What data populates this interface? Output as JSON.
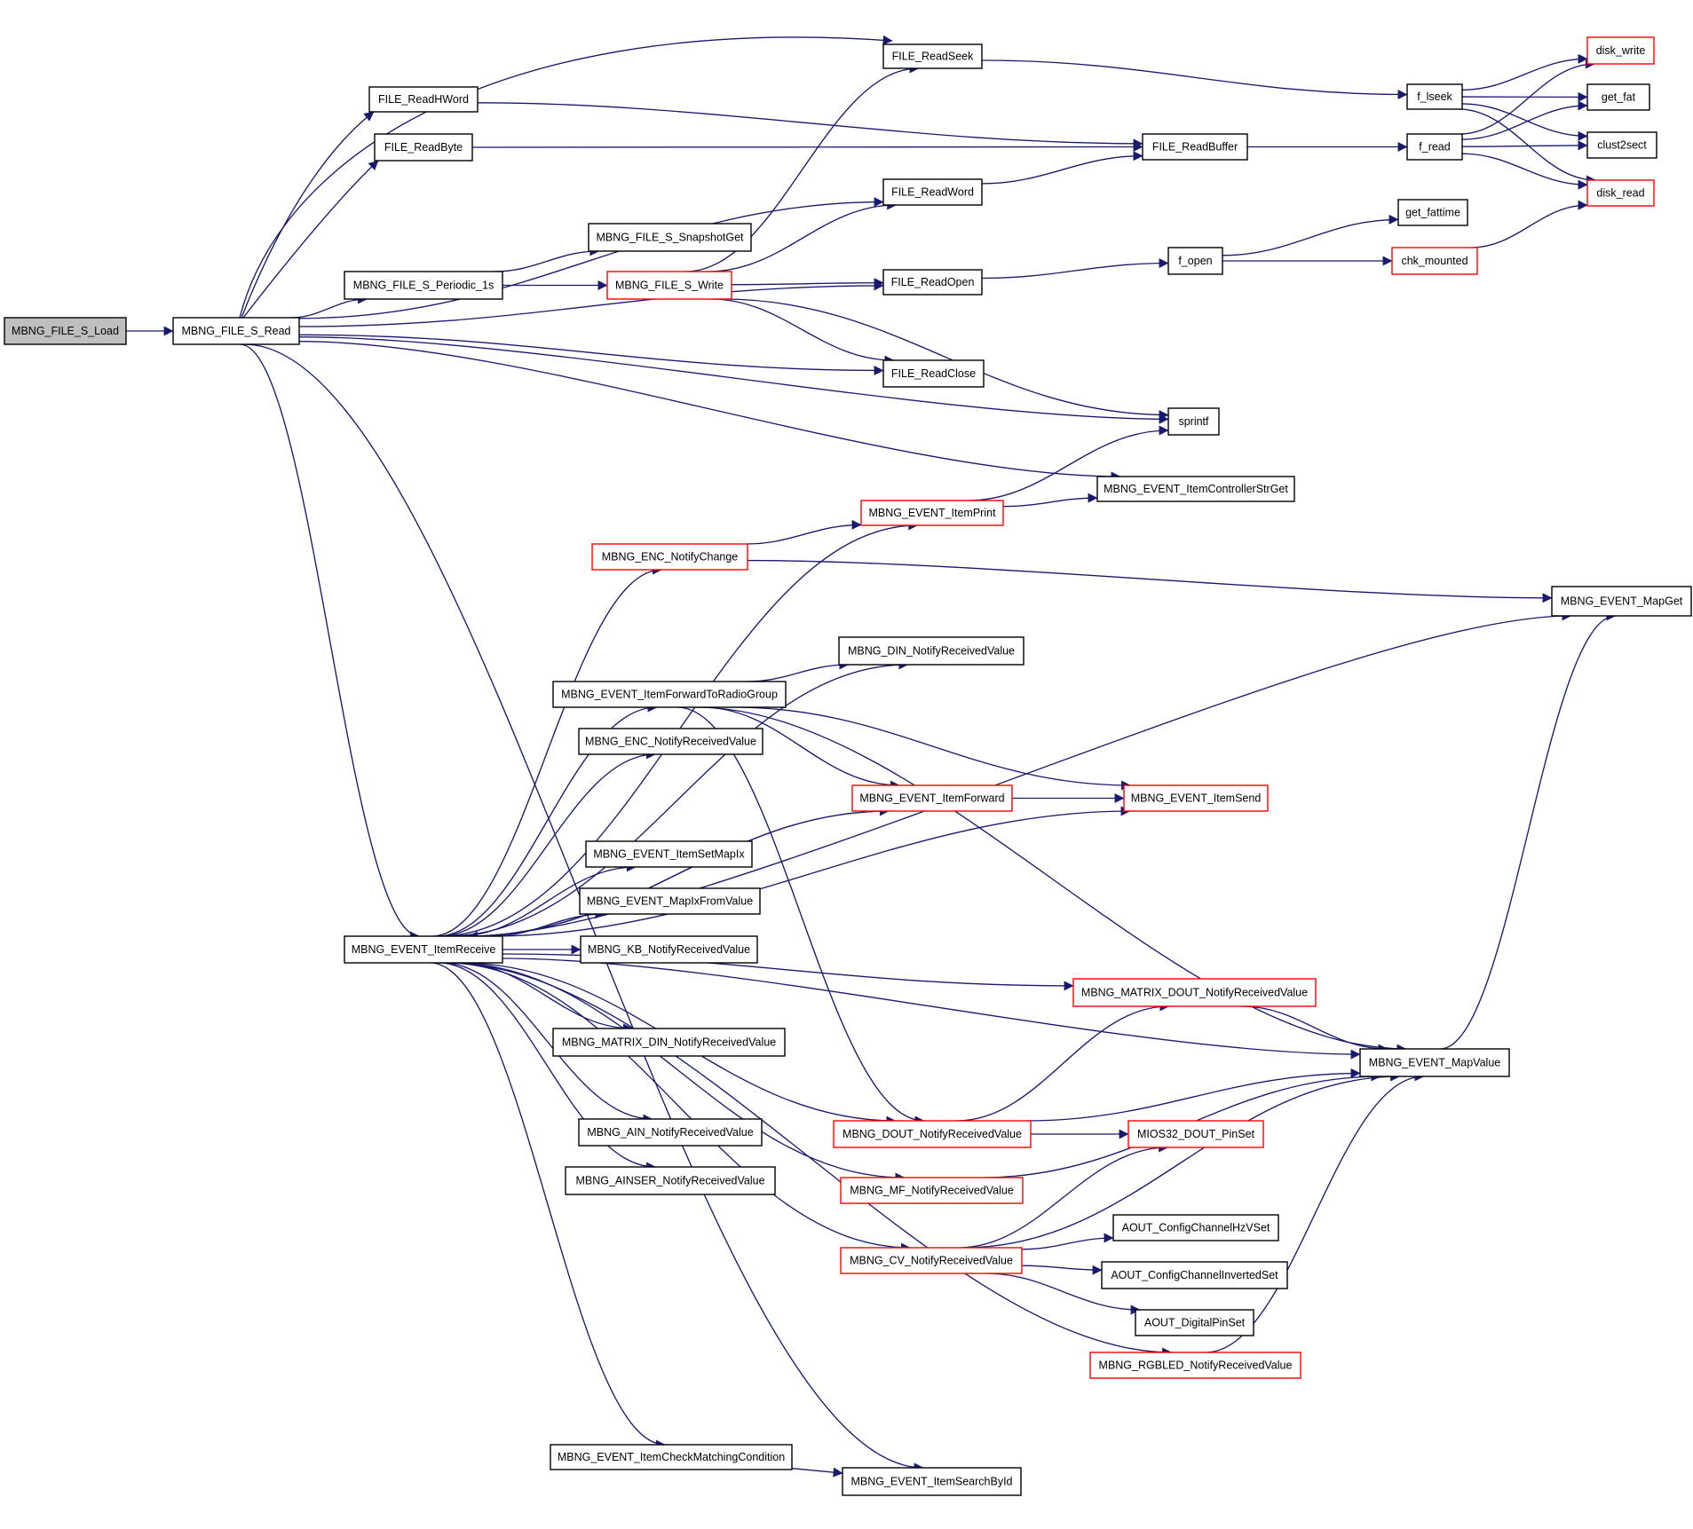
{
  "graph": {
    "root": "MBNG_FILE_S_Load",
    "nodes": [
      {
        "id": "load",
        "label": "MBNG_FILE_S_Load",
        "status": "root"
      },
      {
        "id": "read",
        "label": "MBNG_FILE_S_Read"
      },
      {
        "id": "readseek",
        "label": "FILE_ReadSeek"
      },
      {
        "id": "readhword",
        "label": "FILE_ReadHWord"
      },
      {
        "id": "readbyte",
        "label": "FILE_ReadByte"
      },
      {
        "id": "readbuffer",
        "label": "FILE_ReadBuffer"
      },
      {
        "id": "readword",
        "label": "FILE_ReadWord"
      },
      {
        "id": "snapshotget",
        "label": "MBNG_FILE_S_SnapshotGet"
      },
      {
        "id": "periodic",
        "label": "MBNG_FILE_S_Periodic_1s"
      },
      {
        "id": "write",
        "label": "MBNG_FILE_S_Write",
        "status": "truncated"
      },
      {
        "id": "readopen",
        "label": "FILE_ReadOpen"
      },
      {
        "id": "readclose",
        "label": "FILE_ReadClose"
      },
      {
        "id": "sprintf",
        "label": "sprintf"
      },
      {
        "id": "flseek",
        "label": "f_lseek"
      },
      {
        "id": "fread",
        "label": "f_read"
      },
      {
        "id": "fopen",
        "label": "f_open"
      },
      {
        "id": "diskwrite",
        "label": "disk_write",
        "status": "truncated"
      },
      {
        "id": "getfat",
        "label": "get_fat"
      },
      {
        "id": "clust2sect",
        "label": "clust2sect"
      },
      {
        "id": "diskread",
        "label": "disk_read",
        "status": "truncated"
      },
      {
        "id": "getfattime",
        "label": "get_fattime"
      },
      {
        "id": "chkmounted",
        "label": "chk_mounted",
        "status": "truncated"
      },
      {
        "id": "ctrlstr",
        "label": "MBNG_EVENT_ItemControllerStrGet"
      },
      {
        "id": "itemprint",
        "label": "MBNG_EVENT_ItemPrint",
        "status": "truncated"
      },
      {
        "id": "encnotify",
        "label": "MBNG_ENC_NotifyChange",
        "status": "truncated"
      },
      {
        "id": "mapget",
        "label": "MBNG_EVENT_MapGet"
      },
      {
        "id": "dinrecv",
        "label": "MBNG_DIN_NotifyReceivedValue"
      },
      {
        "id": "fwdradio",
        "label": "MBNG_EVENT_ItemForwardToRadioGroup"
      },
      {
        "id": "encrecv",
        "label": "MBNG_ENC_NotifyReceivedValue"
      },
      {
        "id": "itemfwd",
        "label": "MBNG_EVENT_ItemForward",
        "status": "truncated"
      },
      {
        "id": "itemsend",
        "label": "MBNG_EVENT_ItemSend",
        "status": "truncated"
      },
      {
        "id": "setmapix",
        "label": "MBNG_EVENT_ItemSetMapIx"
      },
      {
        "id": "mapixfrom",
        "label": "MBNG_EVENT_MapIxFromValue"
      },
      {
        "id": "itemrecv",
        "label": "MBNG_EVENT_ItemReceive"
      },
      {
        "id": "kbrecv",
        "label": "MBNG_KB_NotifyReceivedValue"
      },
      {
        "id": "matdoutrecv",
        "label": "MBNG_MATRIX_DOUT_NotifyReceivedValue",
        "status": "truncated"
      },
      {
        "id": "matdinrecv",
        "label": "MBNG_MATRIX_DIN_NotifyReceivedValue"
      },
      {
        "id": "mapvalue",
        "label": "MBNG_EVENT_MapValue"
      },
      {
        "id": "ainrecv",
        "label": "MBNG_AIN_NotifyReceivedValue"
      },
      {
        "id": "doutrecv",
        "label": "MBNG_DOUT_NotifyReceivedValue",
        "status": "truncated"
      },
      {
        "id": "pinset",
        "label": "MIOS32_DOUT_PinSet",
        "status": "truncated"
      },
      {
        "id": "ainserrecv",
        "label": "MBNG_AINSER_NotifyReceivedValue"
      },
      {
        "id": "mfrecv",
        "label": "MBNG_MF_NotifyReceivedValue",
        "status": "truncated"
      },
      {
        "id": "aouthzv",
        "label": "AOUT_ConfigChannelHzVSet"
      },
      {
        "id": "cvrecv",
        "label": "MBNG_CV_NotifyReceivedValue",
        "status": "truncated"
      },
      {
        "id": "aoutinv",
        "label": "AOUT_ConfigChannelInvertedSet"
      },
      {
        "id": "aoutpin",
        "label": "AOUT_DigitalPinSet"
      },
      {
        "id": "rgbrecv",
        "label": "MBNG_RGBLED_NotifyReceivedValue",
        "status": "truncated"
      },
      {
        "id": "checkcond",
        "label": "MBNG_EVENT_ItemCheckMatchingCondition"
      },
      {
        "id": "searchbyid",
        "label": "MBNG_EVENT_ItemSearchById"
      }
    ],
    "edges": [
      [
        "load",
        "read"
      ],
      [
        "read",
        "readseek"
      ],
      [
        "read",
        "readhword"
      ],
      [
        "read",
        "readbyte"
      ],
      [
        "read",
        "readword"
      ],
      [
        "read",
        "periodic"
      ],
      [
        "read",
        "readopen"
      ],
      [
        "read",
        "readclose"
      ],
      [
        "read",
        "sprintf"
      ],
      [
        "read",
        "ctrlstr"
      ],
      [
        "read",
        "itemrecv"
      ],
      [
        "read",
        "searchbyid"
      ],
      [
        "readseek",
        "flseek"
      ],
      [
        "readhword",
        "readbuffer"
      ],
      [
        "readbyte",
        "readbuffer"
      ],
      [
        "readword",
        "readbuffer"
      ],
      [
        "readbuffer",
        "fread"
      ],
      [
        "periodic",
        "snapshotget"
      ],
      [
        "periodic",
        "write"
      ],
      [
        "write",
        "readseek"
      ],
      [
        "write",
        "readword"
      ],
      [
        "write",
        "readopen"
      ],
      [
        "write",
        "readclose"
      ],
      [
        "write",
        "sprintf"
      ],
      [
        "readopen",
        "fopen"
      ],
      [
        "flseek",
        "diskwrite"
      ],
      [
        "flseek",
        "getfat"
      ],
      [
        "flseek",
        "clust2sect"
      ],
      [
        "flseek",
        "diskread"
      ],
      [
        "fread",
        "diskwrite"
      ],
      [
        "fread",
        "getfat"
      ],
      [
        "fread",
        "clust2sect"
      ],
      [
        "fread",
        "diskread"
      ],
      [
        "fopen",
        "getfattime"
      ],
      [
        "fopen",
        "chkmounted"
      ],
      [
        "chkmounted",
        "diskread"
      ],
      [
        "itemprint",
        "sprintf"
      ],
      [
        "itemprint",
        "ctrlstr"
      ],
      [
        "encnotify",
        "itemprint"
      ],
      [
        "encnotify",
        "mapget"
      ],
      [
        "fwdradio",
        "dinrecv"
      ],
      [
        "fwdradio",
        "itemfwd"
      ],
      [
        "fwdradio",
        "itemsend"
      ],
      [
        "fwdradio",
        "mapvalue"
      ],
      [
        "fwdradio",
        "doutrecv"
      ],
      [
        "itemfwd",
        "itemrecv"
      ],
      [
        "itemfwd",
        "itemsend"
      ],
      [
        "itemrecv",
        "itemprint"
      ],
      [
        "itemrecv",
        "encnotify"
      ],
      [
        "itemrecv",
        "mapget"
      ],
      [
        "itemrecv",
        "dinrecv"
      ],
      [
        "itemrecv",
        "fwdradio"
      ],
      [
        "itemrecv",
        "encrecv"
      ],
      [
        "itemrecv",
        "itemfwd"
      ],
      [
        "itemrecv",
        "setmapix"
      ],
      [
        "itemrecv",
        "mapixfrom"
      ],
      [
        "itemrecv",
        "kbrecv"
      ],
      [
        "itemrecv",
        "itemsend"
      ],
      [
        "itemrecv",
        "matdinrecv"
      ],
      [
        "itemrecv",
        "matdoutrecv"
      ],
      [
        "itemrecv",
        "ainrecv"
      ],
      [
        "itemrecv",
        "ainserrecv"
      ],
      [
        "itemrecv",
        "doutrecv"
      ],
      [
        "itemrecv",
        "mfrecv"
      ],
      [
        "itemrecv",
        "cvrecv"
      ],
      [
        "itemrecv",
        "rgbrecv"
      ],
      [
        "itemrecv",
        "mapvalue"
      ],
      [
        "itemrecv",
        "checkcond"
      ],
      [
        "checkcond",
        "searchbyid"
      ],
      [
        "matdoutrecv",
        "mapvalue"
      ],
      [
        "doutrecv",
        "matdoutrecv"
      ],
      [
        "doutrecv",
        "mapvalue"
      ],
      [
        "doutrecv",
        "pinset"
      ],
      [
        "mfrecv",
        "mapvalue"
      ],
      [
        "cvrecv",
        "mapvalue"
      ],
      [
        "cvrecv",
        "pinset"
      ],
      [
        "cvrecv",
        "aouthzv"
      ],
      [
        "cvrecv",
        "aoutinv"
      ],
      [
        "cvrecv",
        "aoutpin"
      ],
      [
        "rgbrecv",
        "mapvalue"
      ],
      [
        "mapvalue",
        "mapget"
      ]
    ]
  },
  "colors": {
    "edge": "#191970",
    "node_border": "#000000",
    "truncated_border": "#ff0000",
    "root_fill": "#bfbfbf"
  }
}
